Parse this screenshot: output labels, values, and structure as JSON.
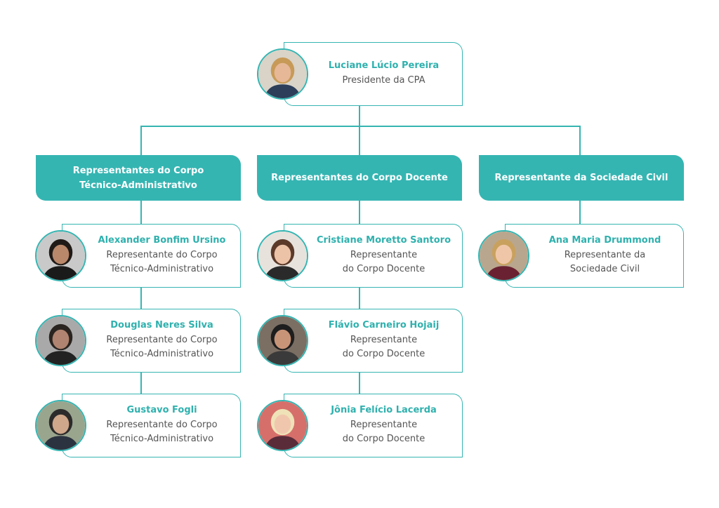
{
  "president": {
    "name": "Luciane Lúcio Pereira",
    "role_lines": [
      "Presidente da CPA"
    ]
  },
  "groups": [
    {
      "title_lines": [
        "Representantes do Corpo",
        "Técnico-Administrativo"
      ],
      "members": [
        {
          "name": "Alexander Bonfim Ursino",
          "role_lines": [
            "Representante do Corpo",
            "Técnico-Administrativo"
          ]
        },
        {
          "name": "Douglas Neres Silva",
          "role_lines": [
            "Representante do Corpo",
            "Técnico-Administrativo"
          ]
        },
        {
          "name": "Gustavo Fogli",
          "role_lines": [
            "Representante do Corpo",
            "Técnico-Administrativo"
          ]
        }
      ]
    },
    {
      "title_lines": [
        "Representantes do Corpo Docente"
      ],
      "members": [
        {
          "name": "Cristiane Moretto Santoro",
          "role_lines": [
            "Representante",
            "do Corpo Docente"
          ]
        },
        {
          "name": "Flávio Carneiro Hojaij",
          "role_lines": [
            "Representante",
            "do Corpo Docente"
          ]
        },
        {
          "name": "Jônia Felício Lacerda",
          "role_lines": [
            "Representante",
            "do Corpo Docente"
          ]
        }
      ]
    },
    {
      "title_lines": [
        "Representante da Sociedade Civil"
      ],
      "members": [
        {
          "name": "Ana Maria Drummond",
          "role_lines": [
            "Representante da",
            "Sociedade Civil"
          ]
        }
      ]
    }
  ],
  "colors": {
    "accent": "#35b5b2",
    "name_text": "#2fb1ae",
    "role_text": "#555555"
  },
  "icons": {
    "avatar": "person-photo-icon"
  }
}
